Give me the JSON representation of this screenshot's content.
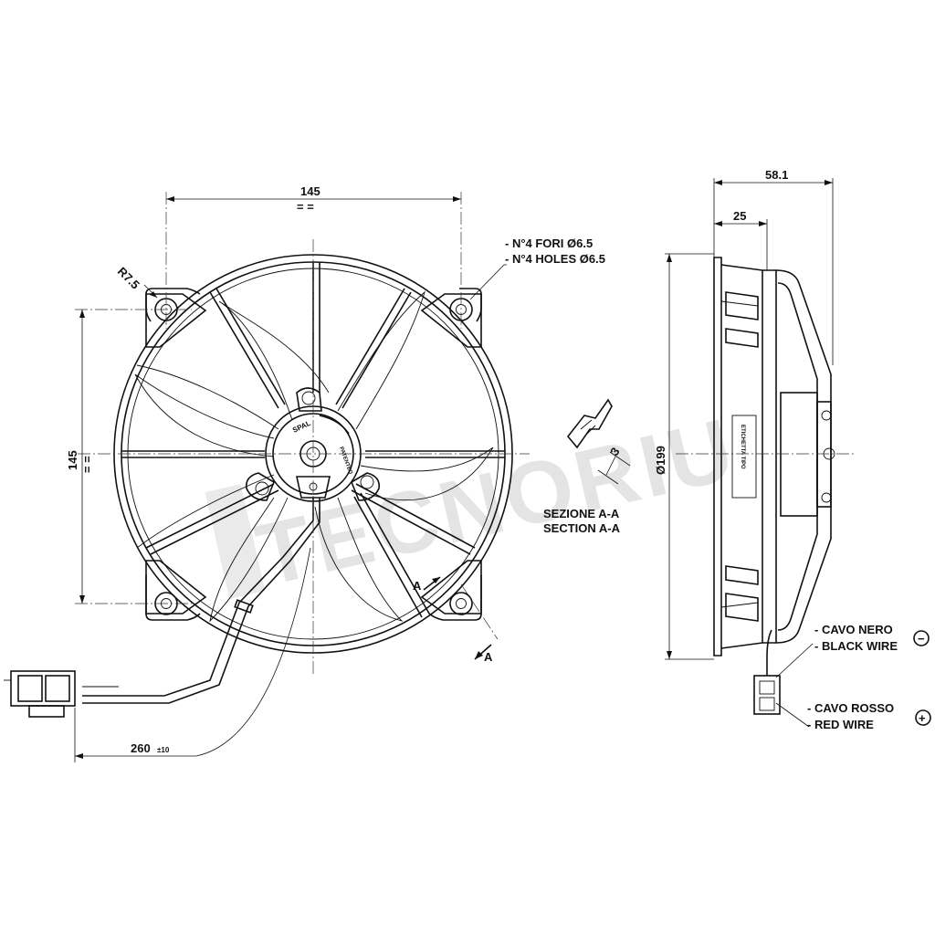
{
  "dimensions": {
    "width_top": "145",
    "height_left": "145",
    "corner_radius": "R7.5",
    "cable_length": "260",
    "cable_tolerance": "±10",
    "depth_total": "58.1",
    "depth_partial": "25",
    "diameter": "Ø199",
    "section_depth": "3",
    "equal_mark": "= ="
  },
  "holes": {
    "label_it": "- N°4 FORI Ø6.5",
    "label_en": "- N°4 HOLES Ø6.5"
  },
  "section": {
    "label_it": "SEZIONE A-A",
    "label_en": "SECTION A-A",
    "marker": "A"
  },
  "wires": {
    "black_it": "- CAVO NERO",
    "black_en": "- BLACK WIRE",
    "black_symbol": "−",
    "red_it": "- CAVO ROSSO",
    "red_en": "- RED WIRE",
    "red_symbol": "+"
  },
  "hub": {
    "brand": "SPAL",
    "patent": "PATENTED"
  },
  "side_label": "ETICHETTA TIPO",
  "watermark": "TECNORIU",
  "colors": {
    "ink": "#111111",
    "watermark": "#cfcfcf"
  }
}
